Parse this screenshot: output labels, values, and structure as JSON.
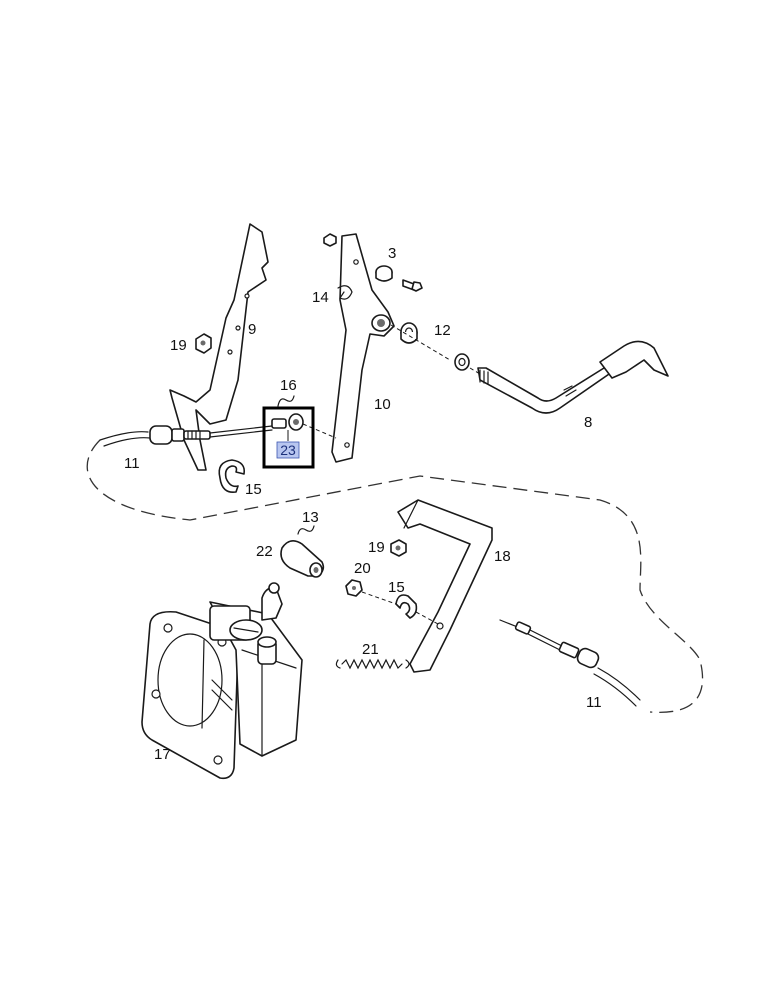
{
  "callouts": [
    {
      "id": "c3",
      "text": "3"
    },
    {
      "id": "c8",
      "text": "8"
    },
    {
      "id": "c9",
      "text": "9"
    },
    {
      "id": "c10",
      "text": "10"
    },
    {
      "id": "c11a",
      "text": "11"
    },
    {
      "id": "c11b",
      "text": "11"
    },
    {
      "id": "c12",
      "text": "12"
    },
    {
      "id": "c13",
      "text": "13"
    },
    {
      "id": "c14",
      "text": "14"
    },
    {
      "id": "c15a",
      "text": "15"
    },
    {
      "id": "c15b",
      "text": "15"
    },
    {
      "id": "c16",
      "text": "16"
    },
    {
      "id": "c17",
      "text": "17"
    },
    {
      "id": "c18",
      "text": "18"
    },
    {
      "id": "c19a",
      "text": "19"
    },
    {
      "id": "c19b",
      "text": "19"
    },
    {
      "id": "c20",
      "text": "20"
    },
    {
      "id": "c21",
      "text": "21"
    },
    {
      "id": "c22",
      "text": "22"
    }
  ],
  "highlight": {
    "text": "23",
    "fill": "#b8c6f0",
    "border": "#000000"
  }
}
